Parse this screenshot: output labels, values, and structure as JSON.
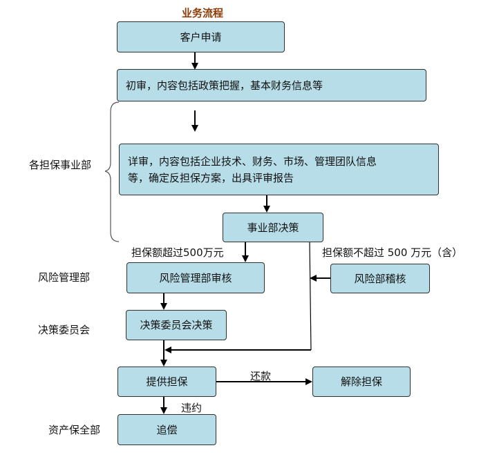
{
  "title": "业务流程",
  "boxes": {
    "client_apply": "客户申请",
    "initial_review": "初审，内容包括政策把握，基本财务信息等",
    "detailed_review_1": "详审，内容包括企业技术、财务、市场、管理团队信息",
    "detailed_review_2": "等，确定反担保方案，出具评审报告",
    "division_decision": "事业部决策",
    "risk_mgmt_review": "风险管理部审核",
    "risk_audit": "风险部稽核",
    "committee_decision": "决策委员会决策",
    "provide_guarantee": "提供担保",
    "release_guarantee": "解除担保",
    "recovery": "追偿"
  },
  "side_labels": {
    "divisions": "各担保事业部",
    "risk_mgmt_dept": "风险管理部",
    "committee": "决策委员会",
    "asset_preservation": "资产保全部"
  },
  "edge_labels": {
    "over_5m": "担保额超过500万元",
    "not_over_5m": "担保额不超过 500 万元（含）",
    "repayment": "还款",
    "default": "违约"
  },
  "colors": {
    "box_fill": "#b7dde8",
    "title": "#8b3a05"
  }
}
